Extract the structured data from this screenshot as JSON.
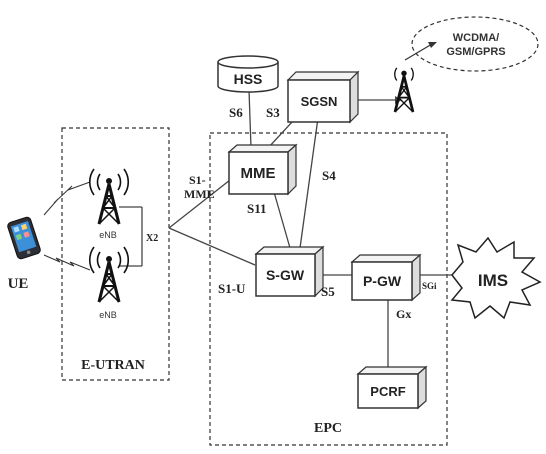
{
  "nodes": {
    "hss": "HSS",
    "sgsn": "SGSN",
    "mme": "MME",
    "sgw": "S-GW",
    "pgw": "P-GW",
    "pcrf": "PCRF",
    "ims": "IMS",
    "ue": "UE",
    "enb_top": "eNB",
    "enb_bottom": "eNB",
    "wcdma_line1": "WCDMA/",
    "wcdma_line2": "GSM/GPRS"
  },
  "regions": {
    "eutran": "E-UTRAN",
    "epc": "EPC"
  },
  "interfaces": {
    "s6": "S6",
    "s3": "S3",
    "s1_mme_line1": "S1-",
    "s1_mme_line2": "MME",
    "s4": "S4",
    "s11": "S11",
    "x2": "X2",
    "s1_u": "S1-U",
    "s5": "S5",
    "sgi": "SGi",
    "gx": "Gx"
  },
  "icons": {
    "ue_device": "smartphone-icon",
    "enb": "cell-tower-icon",
    "tower_3g": "cell-tower-icon",
    "hss_store": "database-icon",
    "ims_cloud": "starburst-icon",
    "wcdma_cloud": "cloud-icon"
  }
}
